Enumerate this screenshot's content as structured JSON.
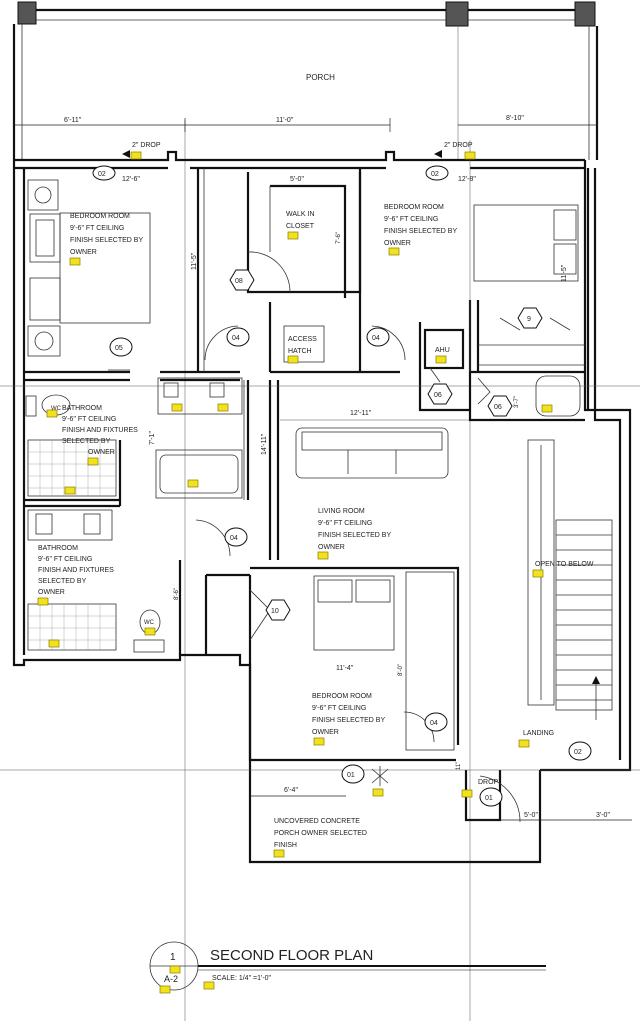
{
  "rooms": {
    "porch": "PORCH",
    "bedroom_left": [
      "BEDROOM ROOM",
      "9'-6\" FT CEILING",
      "FINISH SELECTED BY",
      "OWNER"
    ],
    "bedroom_right": [
      "BEDROOM ROOM",
      "9'-6\" FT CEILING",
      "FINISH SELECTED BY",
      "OWNER"
    ],
    "walk_in_closet": [
      "WALK IN",
      "CLOSET"
    ],
    "access_hatch": [
      "ACCESS",
      "HATCH"
    ],
    "ahu": "AHU",
    "bathroom_upper": [
      "BATHROOM",
      "9'-6\" FT CEILING",
      "FINISH AND FIXTURES",
      "SELECTED BY",
      "OWNER"
    ],
    "bathroom_lower": [
      "BATHROOM",
      "9'-6\" FT CEILING",
      "FINISH AND FIXTURES",
      "SELECTED BY",
      "OWNER"
    ],
    "living_room": [
      "LIVING ROOM",
      "9'-6\" FT CEILING",
      "FINISH SELECTED BY",
      "OWNER"
    ],
    "bedroom_bottom": [
      "BEDROOM ROOM",
      "9'-6\" FT CEILING",
      "FINISH SELECTED BY",
      "OWNER"
    ],
    "open_to_below": "OPEN TO BELOW",
    "landing": "LANDING",
    "porch_lower": [
      "UNCOVERED CONCRETE",
      "PORCH OWNER SELECTED",
      "FINISH"
    ],
    "wc": "WC"
  },
  "notes": {
    "drop": "2\" DROP",
    "drop_short": "DROP"
  },
  "dimensions": {
    "d_6_11": "6'-11\"",
    "d_11_0": "11'-0\"",
    "d_8_10": "8'-10\"",
    "d_12_6": "12'-6\"",
    "d_12_8": "12'-8\"",
    "d_5_0": "5'-0\"",
    "d_7_6": "7'-6\"",
    "d_11_5": "11'-5\"",
    "d_11_5r": "11'-5\"",
    "d_12_11": "12'-11\"",
    "d_14_11": "14'-11\"",
    "d_7_1": "7'-1\"",
    "d_3_7": "3'-7\"",
    "d_8_6": "8'-6\"",
    "d_11_4": "11'-4\"",
    "d_8_0": "8'-0\"",
    "d_6_4": "6'-4\"",
    "d_11": "11\"",
    "d_5_0b": "5'-0\"",
    "d_3_0": "3'-0\""
  },
  "tags": {
    "t01": "01",
    "t02": "02",
    "t04": "04",
    "t05": "05",
    "t06": "06",
    "t08": "08",
    "t09": "9",
    "t10": "10"
  },
  "title_block": {
    "number": "1",
    "sheet": "A-2",
    "title": "SECOND FLOOR PLAN",
    "scale": "SCALE: 1/4\" =1'-0\""
  }
}
